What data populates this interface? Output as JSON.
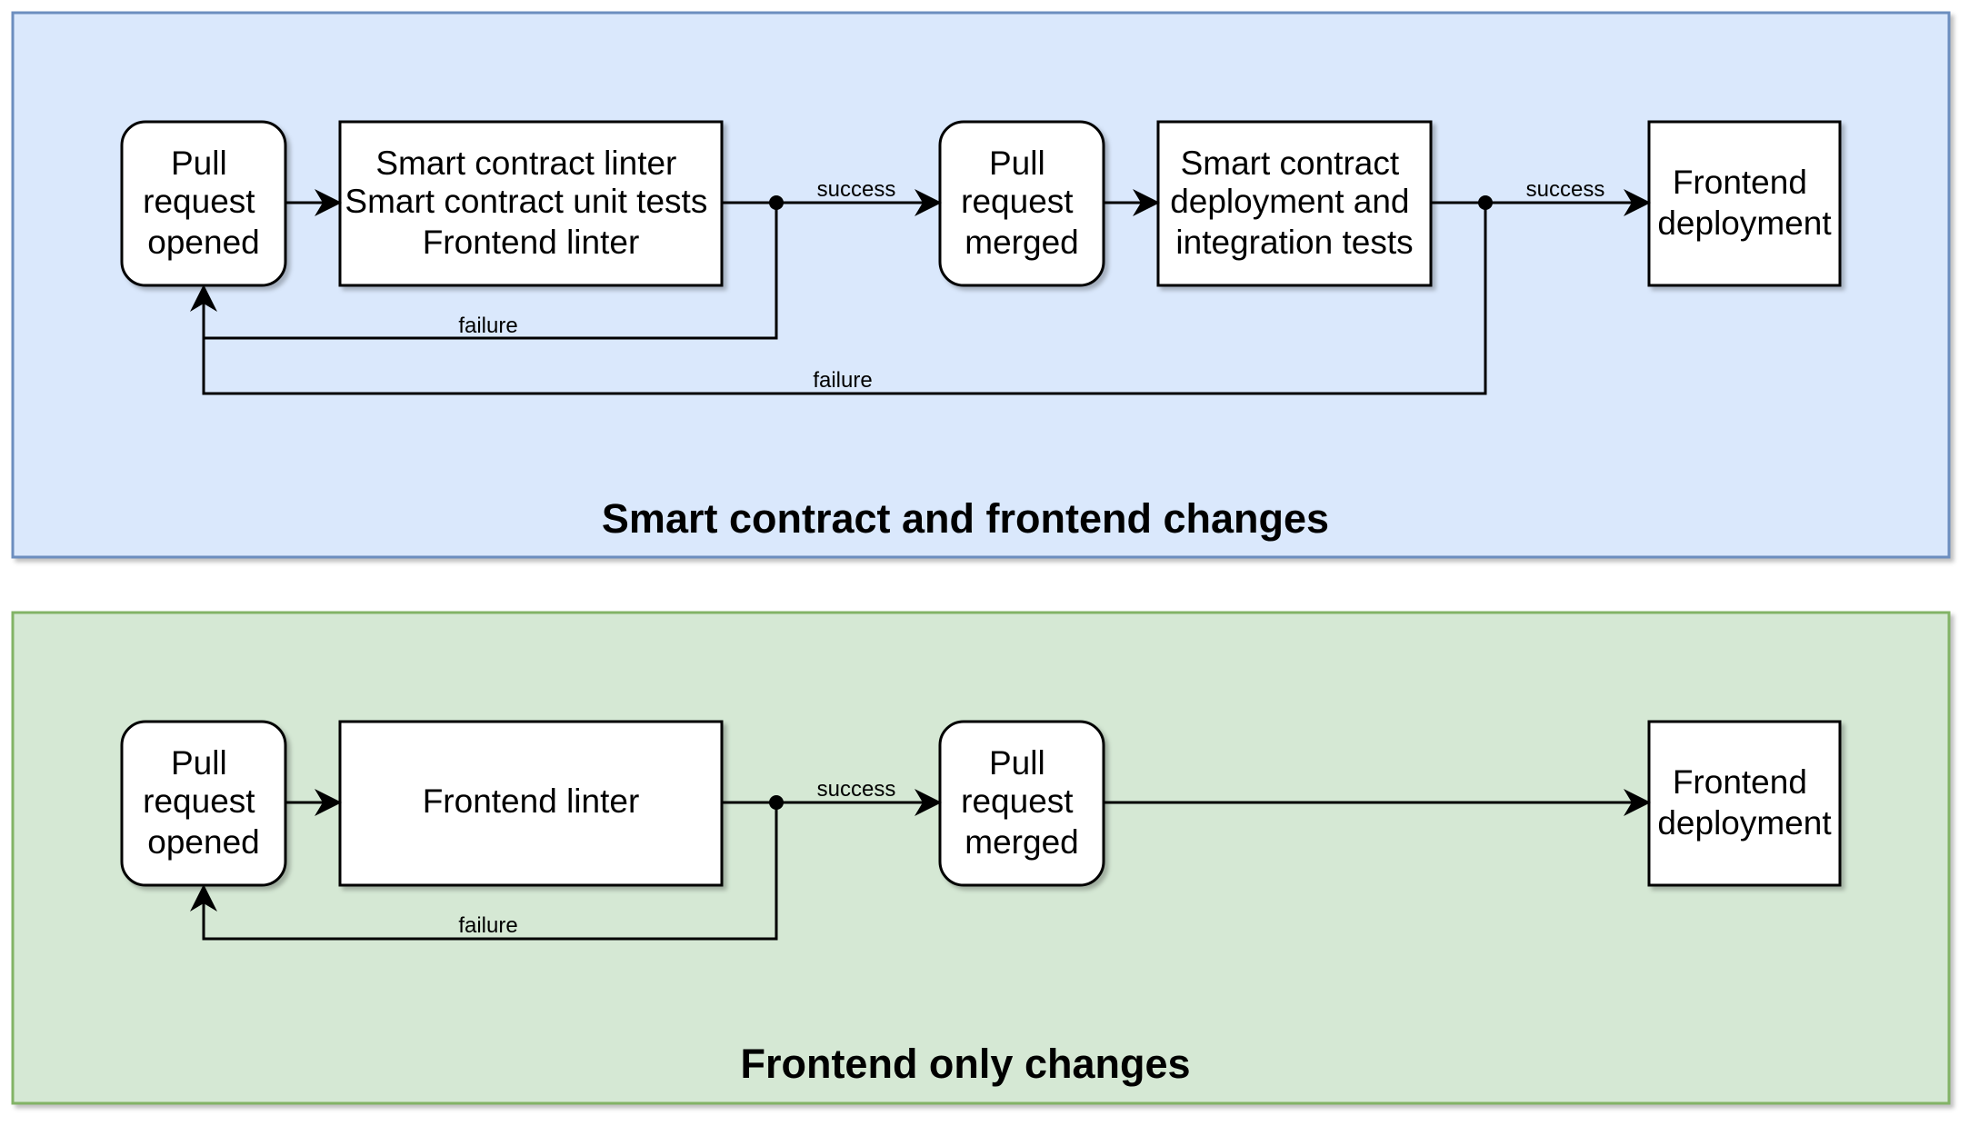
{
  "colors": {
    "panel_top_fill": "#dae8fc",
    "panel_top_stroke": "#6c8ebf",
    "panel_bottom_fill": "#d5e8d4",
    "panel_bottom_stroke": "#82b366",
    "node_fill": "#ffffff",
    "line": "#000000"
  },
  "panels": [
    {
      "title": "Smart contract and frontend changes",
      "nodes": [
        {
          "shape": "rounded",
          "lines": [
            "Pull",
            "request",
            "opened"
          ]
        },
        {
          "shape": "rect",
          "lines": [
            "Smart contract linter",
            "Smart contract unit tests",
            "Frontend linter"
          ]
        },
        {
          "shape": "rounded",
          "lines": [
            "Pull",
            "request",
            "merged"
          ]
        },
        {
          "shape": "rect",
          "lines": [
            "Smart contract",
            "deployment and",
            "integration tests"
          ]
        },
        {
          "shape": "rect",
          "lines": [
            "Frontend",
            "deployment"
          ]
        }
      ],
      "edge_labels": {
        "success_1": "success",
        "success_2": "success",
        "failure_1": "failure",
        "failure_2": "failure"
      }
    },
    {
      "title": "Frontend only changes",
      "nodes": [
        {
          "shape": "rounded",
          "lines": [
            "Pull",
            "request",
            "opened"
          ]
        },
        {
          "shape": "rect",
          "lines": [
            "Frontend linter"
          ]
        },
        {
          "shape": "rounded",
          "lines": [
            "Pull",
            "request",
            "merged"
          ]
        },
        {
          "shape": "rect",
          "lines": [
            "Frontend",
            "deployment"
          ]
        }
      ],
      "edge_labels": {
        "success_1": "success",
        "failure_1": "failure"
      }
    }
  ]
}
